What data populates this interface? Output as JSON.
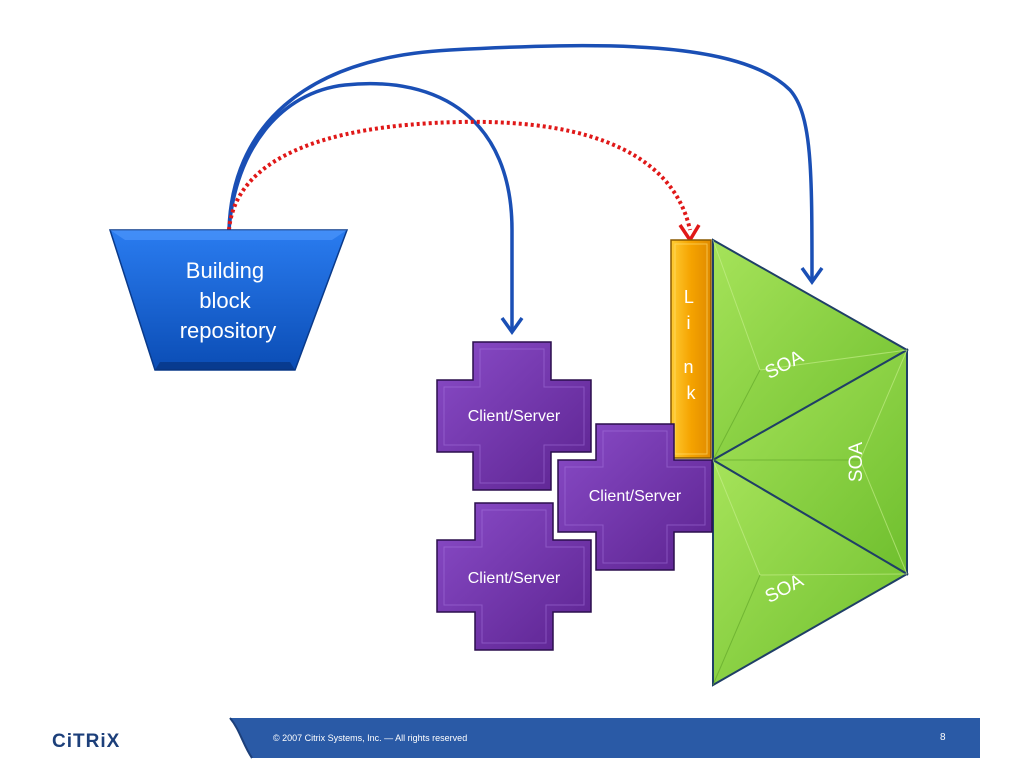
{
  "repository": {
    "label_lines": [
      "Building",
      "block",
      "repository"
    ]
  },
  "link": {
    "letters": [
      "L",
      "i",
      "n",
      "k"
    ]
  },
  "client_servers": [
    {
      "label": "Client/Server"
    },
    {
      "label": "Client/Server"
    },
    {
      "label": "Client/Server"
    }
  ],
  "soa_blocks": [
    {
      "label": "SOA"
    },
    {
      "label": "SOA"
    },
    {
      "label": "SOA"
    }
  ],
  "footer": {
    "logo": "CiTRiX",
    "copyright": "© 2007 Citrix Systems, Inc. — All rights reserved",
    "page_number": "8"
  },
  "colors": {
    "arrow_blue": "#1a4fb5",
    "dotted_red": "#e01818",
    "repository_blue": "#1565d0",
    "client_purple": "#6a2a9e",
    "soa_green": "#8fd64a",
    "link_orange": "#f2a800",
    "footer_blue": "#2a5aa6"
  }
}
